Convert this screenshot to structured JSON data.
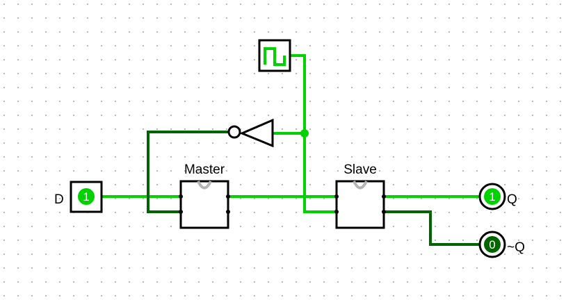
{
  "circuit": {
    "input": {
      "label": "D",
      "value": "1"
    },
    "clock": {
      "icon": "clock-square-wave-icon"
    },
    "inverter": {
      "icon": "not-gate-icon"
    },
    "master": {
      "label": "Master"
    },
    "slave": {
      "label": "Slave"
    },
    "outputs": [
      {
        "label": "Q",
        "value": "1"
      },
      {
        "label": "~Q",
        "value": "0"
      }
    ]
  },
  "colors": {
    "wire_high": "#00d200",
    "wire_low": "#006400",
    "component_stroke": "#000000",
    "grid_dot": "#b9b9b9",
    "flipflop_fill": "#ffffff",
    "clock_trigger_mark": "#b4b4b4"
  }
}
